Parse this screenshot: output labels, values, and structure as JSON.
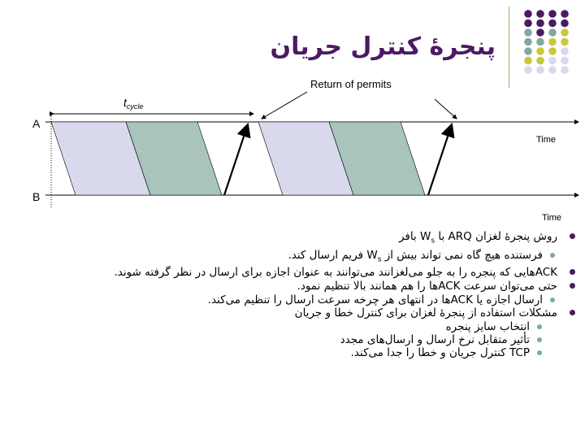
{
  "slide": {
    "title": "پنجرۀ کنترل جریان"
  },
  "diagram": {
    "label_a": "A",
    "label_b": "B",
    "t_cycle_base": "t",
    "t_cycle_sub": "cycle",
    "return_label": "Return of permits",
    "time_a": "Time",
    "time_b": "Time",
    "colors": {
      "frame1": "#d9d9ee",
      "frame2": "#a9c4bd",
      "title": "#4b1a63"
    }
  },
  "bullets": [
    {
      "level": 1,
      "parts": [
        "روش پنجرۀ لغزان ARQ با  W",
        "s",
        "  بافر"
      ]
    },
    {
      "level": 2,
      "parts": [
        "فرستنده هیچ گاه نمی تواند بیش از  W",
        "s",
        "  فریم ارسال کند."
      ]
    },
    {
      "level": 1,
      "text": "ACKهایی که پنجره را به جلو می‌لغزانند می‌توانند به عنوان اجازه برای ارسال در نظر گرفته شوند."
    },
    {
      "level": 1,
      "text": "حتی می‌توان سرعت ACKها را هم همانند بالا تنظیم نمود."
    },
    {
      "level": 2,
      "text": "ارسال اجازه یا ACKها در انتهای هر چرخه سرعت ارسال را تنظیم می‌کند."
    },
    {
      "level": 1,
      "text": "مشکلات استفاده از پنجرۀ لغزان برای کنترل خطا و جریان"
    },
    {
      "level": 3,
      "text": "انتخاب سایز پنجره"
    },
    {
      "level": 3,
      "text": "تأثیر متقابل نرخ ارسال و ارسال‌های مجدد"
    },
    {
      "level": 3,
      "text": "TCP کنترل جریان و خطا را جدا می‌کند."
    }
  ]
}
